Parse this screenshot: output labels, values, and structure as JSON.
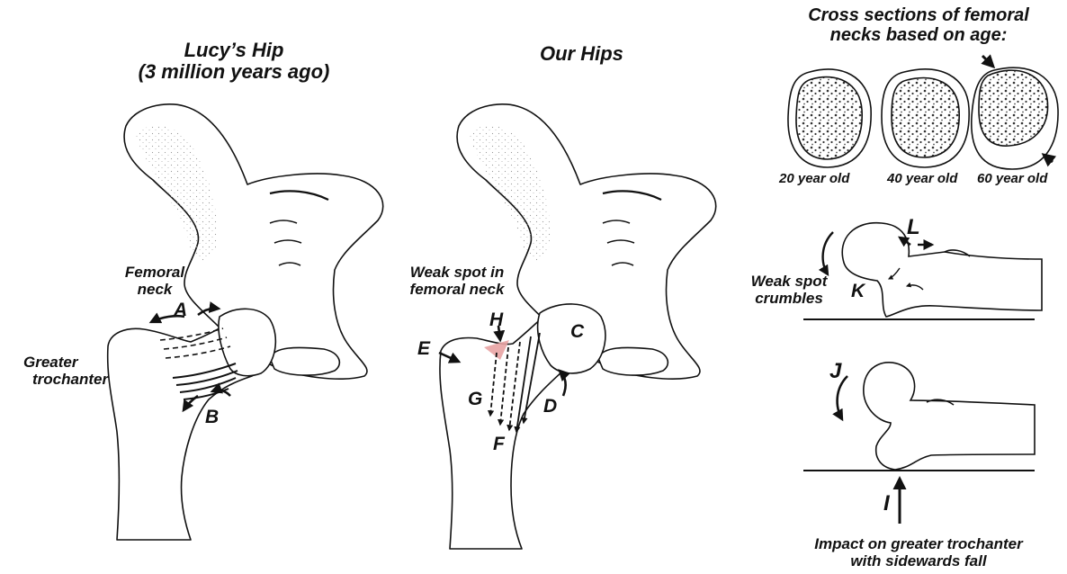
{
  "panels": {
    "lucy": {
      "title_line1": "Lucy’s Hip",
      "title_line2": "(3 million years ago)",
      "femoral_neck_line1": "Femoral",
      "femoral_neck_line2": "neck",
      "greater_trochanter_line1": "Greater",
      "greater_trochanter_line2": "trochanter",
      "letter_a": "A",
      "letter_b": "B"
    },
    "ours": {
      "title": "Our Hips",
      "weak_spot_line1": "Weak spot in",
      "weak_spot_line2": "femoral neck",
      "letter_c": "C",
      "letter_d": "D",
      "letter_e": "E",
      "letter_f": "F",
      "letter_g": "G",
      "letter_h": "H"
    },
    "cross_sections": {
      "title_line1": "Cross sections of femoral",
      "title_line2": "necks based on age:",
      "ages": [
        "20 year old",
        "40 year old",
        "60 year old"
      ]
    },
    "crumble": {
      "caption_line1": "Weak spot",
      "caption_line2": "crumbles",
      "letter_k": "K",
      "letter_l": "L"
    },
    "fall": {
      "letter_i": "I",
      "letter_j": "J",
      "caption_line1": "Impact on greater trochanter",
      "caption_line2": "with sidewards fall"
    }
  },
  "colors": {
    "ink": "#111111",
    "weak_spot_highlight": "#e8a3a3",
    "bone_fill": "#ffffff",
    "stipple": "#8a8a8a"
  }
}
